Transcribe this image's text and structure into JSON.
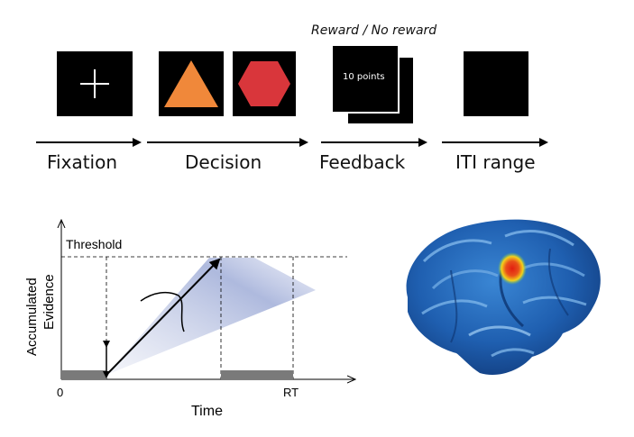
{
  "timeline": {
    "reward_title": "Reward / No reward",
    "points_text": "10 points",
    "stages": [
      {
        "label": "Fixation"
      },
      {
        "label": "Decision"
      },
      {
        "label": "Feedback"
      },
      {
        "label": "ITI range"
      }
    ],
    "colors": {
      "triangle": "#f0883a",
      "hexagon": "#d9363b",
      "screen": "#000000"
    }
  },
  "ddm": {
    "threshold_label": "Threshold",
    "ylabel_line1": "Accumulated",
    "ylabel_line2": "Evidence",
    "xlabel": "Time",
    "origin_label": "0",
    "rt_label": "RT"
  },
  "brain": {
    "colors": {
      "base": "#1f5fb0",
      "hot": "#e21e10",
      "warm": "#f4d21a"
    }
  }
}
